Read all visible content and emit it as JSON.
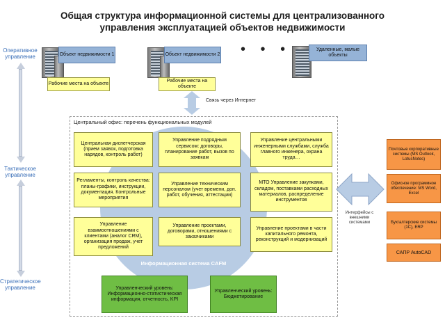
{
  "title": {
    "line1": "Общая структура информационной системы для  централизованного",
    "line2": "управления эксплуатацией объектов недвижимости"
  },
  "levels": {
    "operative": [
      "Оперативное",
      "управление"
    ],
    "tactical": [
      "Тактическое",
      "управление"
    ],
    "strategic": [
      "Стратегическое",
      "управление"
    ]
  },
  "objects": [
    {
      "name": "Объект недвижимости 1",
      "workplace": "Рабочие места на объекте"
    },
    {
      "name": "Объект недвижимости 2",
      "workplace": "Рабочие места на объекте"
    },
    {
      "name": "Удаленные, малые объекты"
    }
  ],
  "dots": "• • •",
  "internet_label": "Связь через Интернет",
  "office_title": "Центральный офис: перечень функциональных модулей",
  "modules": [
    "Центральная диспетчерская (прием заявок, подготовка нарядов, контроль работ)",
    "Управление подрядным сервисом: договоры, планирование работ, вызов по заявкам",
    "Управление центральными инженерными службами, служба главного инженера, охрана труда…",
    "Регламенты, контроль качества: планы-графики, инструкции, документация. Контрольные мероприятия",
    "Управление техническим персоналом (учет времени, доп. работ, обучения, аттестации)",
    "МТО Управление закупками, складом, поставками расходных материалов, распределение инструментов",
    "Управление взаимоотношениями с клиентами (аналог CRM), организация продаж, учет предложений",
    "Управление проектами, договорами, отношениями с заказчиками",
    "Управление проектами в части капитального ремонта, реконструкций и модернизаций"
  ],
  "cafm_label": "Информационная система CAFM",
  "management": [
    "Управленческий уровень: Информационно-статистическая информация, отчетность, KPI",
    "Управленческий уровень: Бюджетирование"
  ],
  "interfaces_label": "Интерфейсы с внешними системами",
  "external_systems": [
    "Почтовые корпоративные системы (MS Outlook, LotusNotes)",
    "Офисное программное обеспечение: MS Word, Excel",
    "Бухгалтерские системы (1С), ERP",
    "САПР AutoCAD"
  ]
}
